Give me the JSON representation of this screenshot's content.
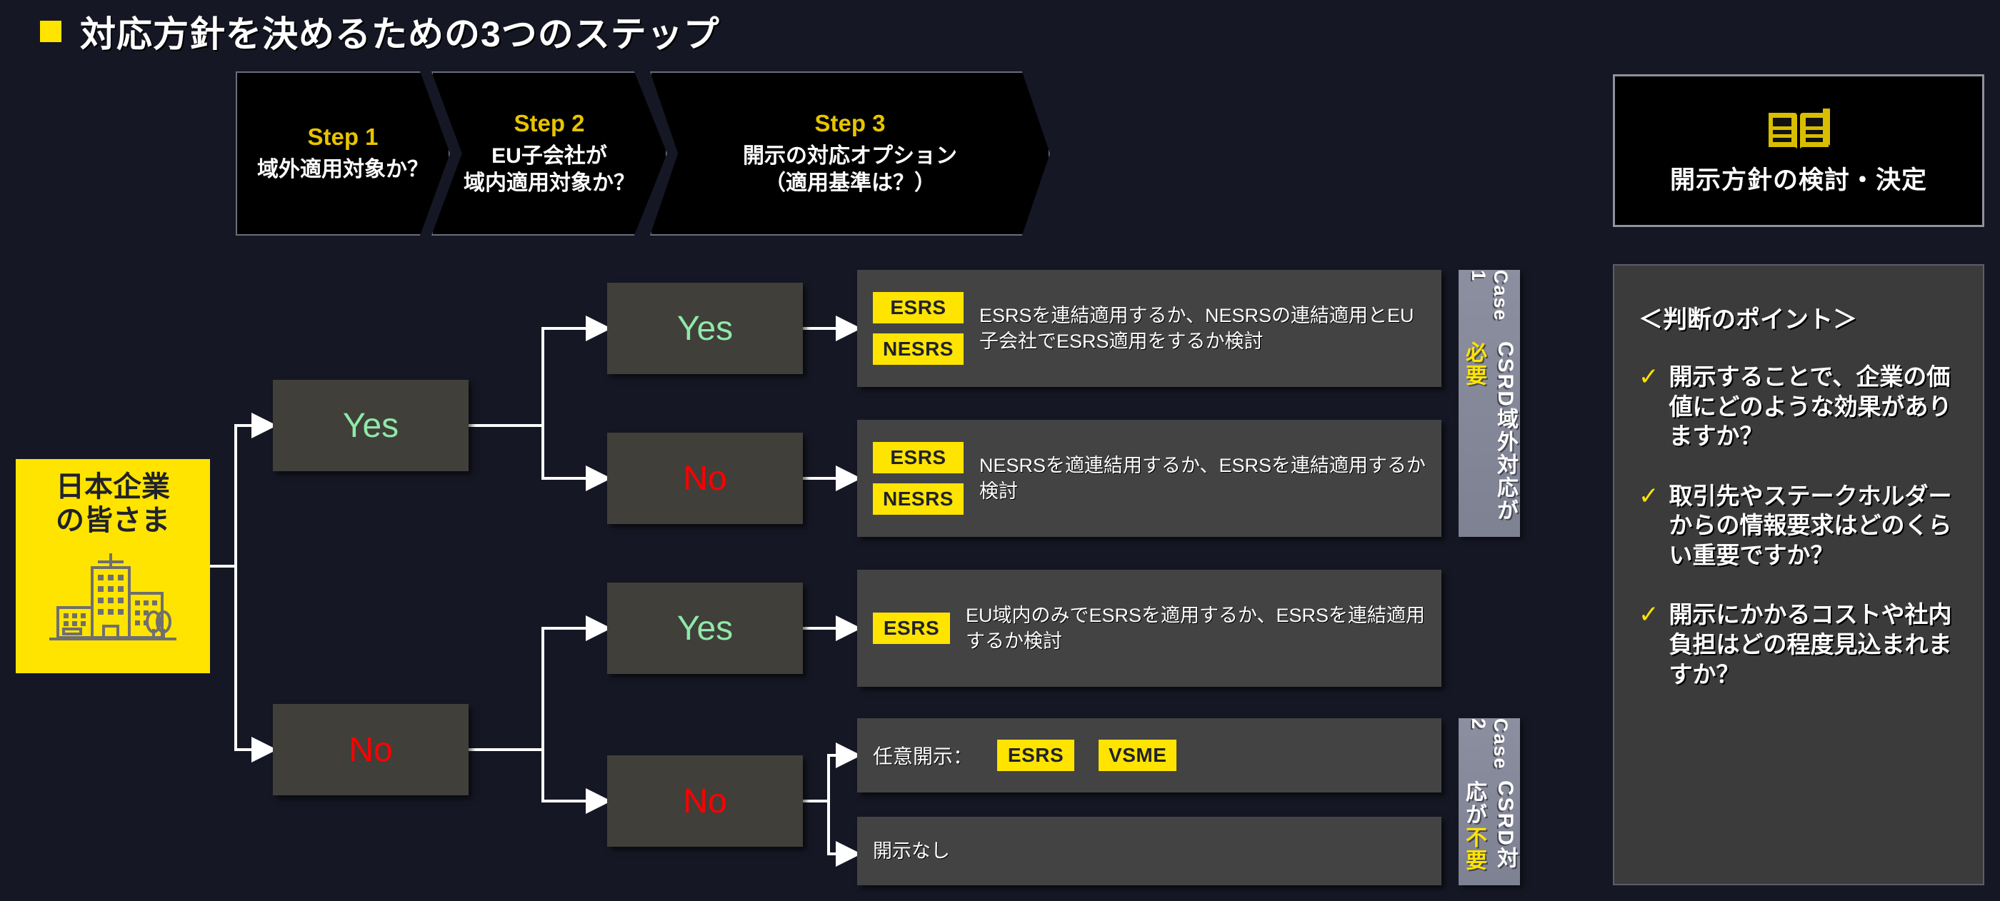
{
  "title": {
    "text": "対応方針を決めるための3つのステップ",
    "bullet_color": "#FFE400"
  },
  "steps": [
    {
      "num": "Step 1",
      "lines": [
        "域外適用対象か？"
      ]
    },
    {
      "num": "Step 2",
      "lines": [
        "EU子会社が",
        "域内適用対象か？"
      ]
    },
    {
      "num": "Step 3",
      "lines": [
        "開示の対応オプション",
        "（適用基準は？）"
      ]
    }
  ],
  "right_header": {
    "icon": "open-book-icon",
    "text": "開示方針の検討・決定"
  },
  "entry": {
    "line1": "日本企業",
    "line2": "の皆さま",
    "icon": "city-buildings-icon"
  },
  "decisions": [
    {
      "id": "step1-yes",
      "label": "Yes",
      "kind": "yes"
    },
    {
      "id": "step1-no",
      "label": "No",
      "kind": "no"
    },
    {
      "id": "step2-yes-top",
      "label": "Yes",
      "kind": "yes"
    },
    {
      "id": "step2-no-top",
      "label": "No",
      "kind": "no"
    },
    {
      "id": "step2-yes-bottom",
      "label": "Yes",
      "kind": "yes"
    },
    {
      "id": "step2-no-bottom",
      "label": "No",
      "kind": "no"
    }
  ],
  "outcomes": [
    {
      "tags": [
        "ESRS",
        "NESRS"
      ],
      "text": "ESRSを連結適用するか、NESRSの連結適用とEU子会社でESRS適用をするか検討"
    },
    {
      "tags": [
        "ESRS",
        "NESRS"
      ],
      "text": "NESRSを適連結用するか、ESRSを連結適用するか検討"
    },
    {
      "tags": [
        "ESRS"
      ],
      "text": "EU域内のみでESRSを適用するか、ESRSを連結適用するか検討"
    }
  ],
  "optional": {
    "label": "任意開示：",
    "tags": [
      "ESRS",
      "VSME"
    ]
  },
  "no_disclosure": {
    "text": "開示なし"
  },
  "cases": [
    {
      "en": "Case 1",
      "jp_prefix": "CSRD域外対応が",
      "jp_emphasis": "必要"
    },
    {
      "en": "Case 2",
      "jp_prefix": "CSRD対応が",
      "jp_emphasis": "不要"
    }
  ],
  "points_panel": {
    "heading": "＜判断のポイント＞",
    "check_glyph": "✓",
    "items": [
      "開示することで、企業の価値にどのような効果がありますか？",
      "取引先やステークホルダーからの情報要求はどのくらい重要ですか？",
      "開示にかかるコストや社内負担はどの程度見込まれますか？"
    ]
  },
  "colors": {
    "background": "#151724",
    "accent_yellow": "#FFE400",
    "yes_green": "#8FE9A8",
    "no_red": "#FF0000",
    "box_gray": "#434343",
    "decision_gray": "#403f3a",
    "case_band_gray": "#8c8fa0"
  }
}
